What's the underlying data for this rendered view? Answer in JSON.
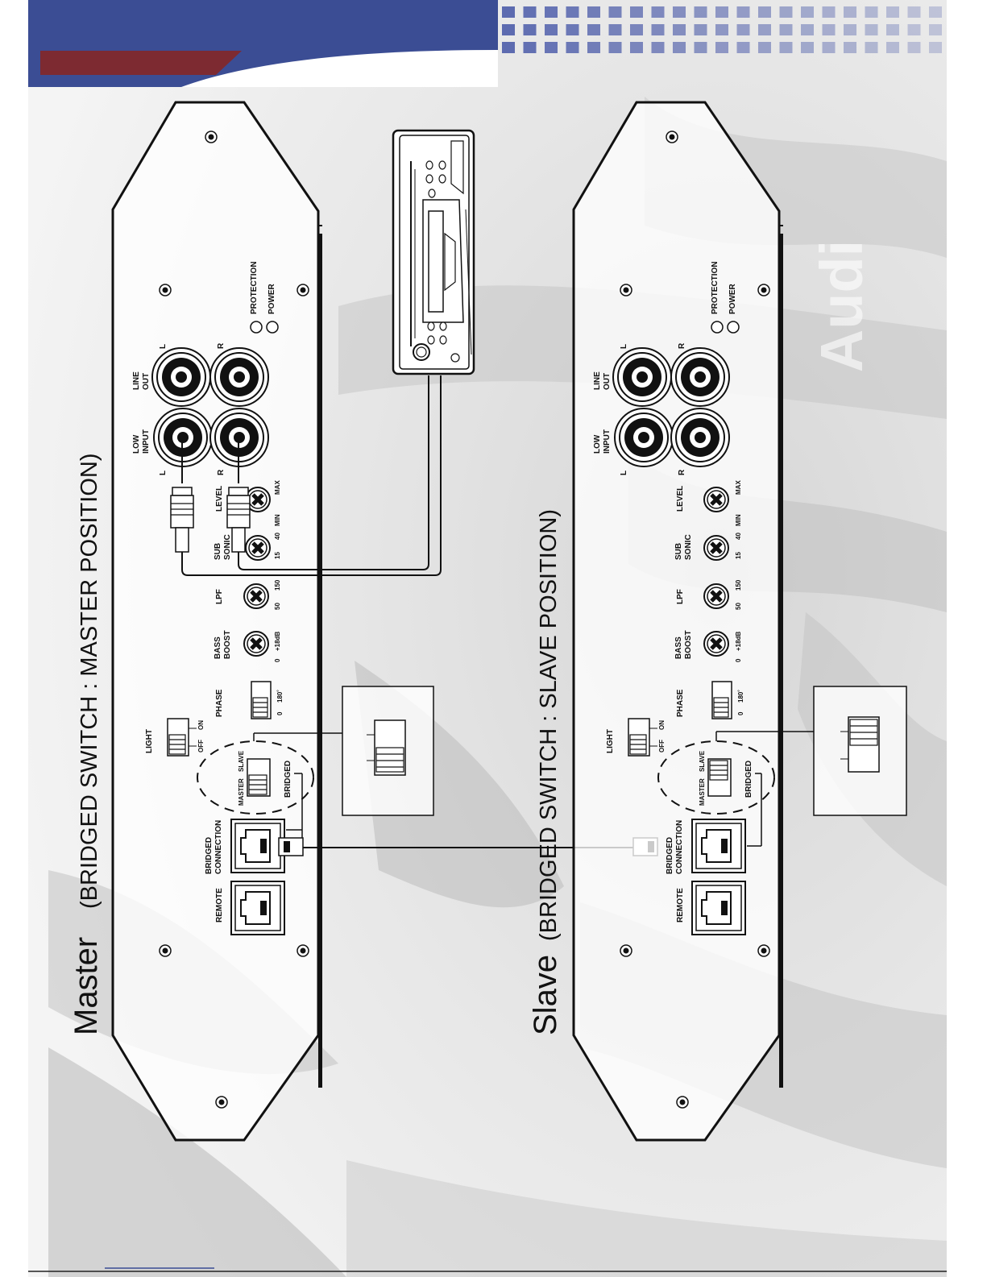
{
  "header": {
    "band_color": "#3b4d94",
    "accent_color": "#7d2a31",
    "square_color": "#5d6bb0"
  },
  "master": {
    "title": "Master",
    "subtitle": "(BRIDGED SWITCH : MASTER POSITION)"
  },
  "slave": {
    "title": "Slave",
    "subtitle": "(BRIDGED SWITCH : SLAVE POSITION)"
  },
  "panel_labels": {
    "protection": "PROTECTION",
    "power": "POWER",
    "line_out": [
      "LINE",
      "OUT"
    ],
    "low_input": [
      "LOW",
      "INPUT"
    ],
    "left": "L",
    "right": "R",
    "level": "LEVEL",
    "level_scale": [
      "MIN",
      "MAX"
    ],
    "sub_sonic": [
      "SUB",
      "SONIC"
    ],
    "sub_sonic_scale": [
      "15",
      "40"
    ],
    "lpf": "LPF",
    "lpf_scale": [
      "50",
      "150"
    ],
    "bass_boost": [
      "BASS",
      "BOOST"
    ],
    "bass_boost_scale": [
      "0",
      "+18dB"
    ],
    "phase": "PHASE",
    "phase_scale": [
      "0",
      "180˚"
    ],
    "light": "LIGHT",
    "light_scale": [
      "OFF",
      "ON"
    ],
    "master_switch": "MASTER",
    "slave_switch": "SLAVE",
    "bridged": "BRIDGED",
    "bridged_connection": [
      "BRIDGED",
      "CONNECTION"
    ],
    "remote": "REMOTE"
  }
}
